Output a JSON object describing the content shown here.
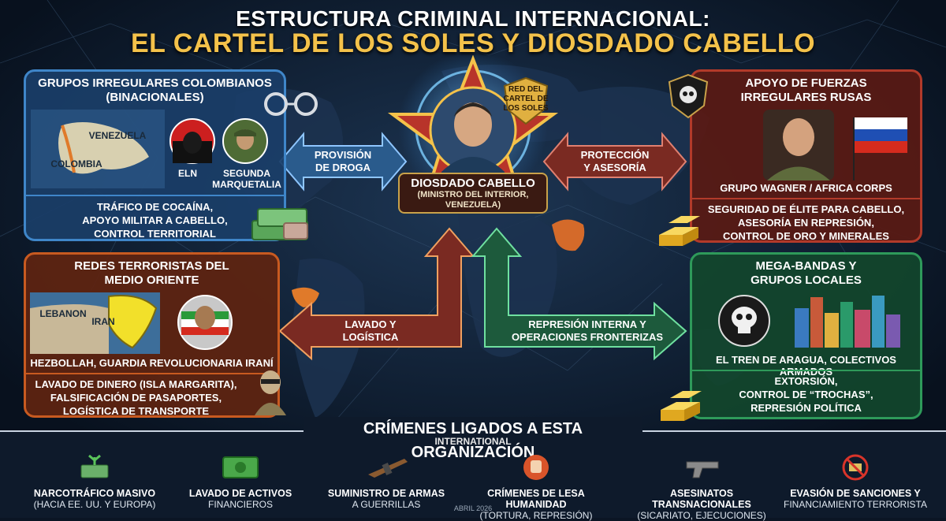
{
  "title": {
    "line1": "ESTRUCTURA CRIMINAL INTERNACIONAL:",
    "line2": "EL CARTEL DE LOS SOLES Y DIOSDADO CABELLO"
  },
  "center": {
    "badge": [
      "RED DEL",
      "CARTEL DE",
      "LOS SOLES"
    ],
    "name": "DIOSDADO CABELLO",
    "role": [
      "(MINISTRO DEL INTERIOR,",
      "VENEZUELA)"
    ]
  },
  "panels": {
    "colombia": {
      "title": [
        "GRUPOS IRREGULARES COLOMBIANOS",
        "(BINACIONALES)"
      ],
      "map_labels": {
        "venezuela": "VENEZUELA",
        "colombia": "COLOMBIA"
      },
      "groups": [
        {
          "label": "ELN"
        },
        {
          "label": "SEGUNDA"
        },
        {
          "label": "MARQUETALIA"
        }
      ],
      "desc": [
        "TRÁFICO DE COCAÍNA,",
        "APOYO MILITAR A CABELLO,",
        "CONTROL TERRITORIAL"
      ]
    },
    "russia": {
      "title": [
        "APOYO DE FUERZAS",
        "IRREGULARES RUSAS"
      ],
      "group": "GRUPO WAGNER / AFRICA CORPS",
      "desc": [
        "SEGURIDAD DE ÉLITE PARA CABELLO,",
        "ASESORÍA EN REPRESIÓN,",
        "CONTROL DE ORO Y MINERALES"
      ]
    },
    "middle_east": {
      "title": [
        "REDES TERRORISTAS DEL",
        "MEDIO ORIENTE"
      ],
      "map_labels": {
        "lebanon": "LEBANON",
        "iran": "IRAN"
      },
      "group": "HEZBOLLAH, GUARDIA REVOLUCIONARIA IRANÍ",
      "desc": [
        "LAVADO DE DINERO (ISLA MARGARITA),",
        "FALSIFICACIÓN DE PASAPORTES,",
        "LOGÍSTICA DE TRANSPORTE"
      ]
    },
    "gangs": {
      "title": [
        "MEGA-BANDAS Y",
        "GRUPOS LOCALES"
      ],
      "group": "EL TREN DE ARAGUA, COLECTIVOS ARMADOS",
      "desc": [
        "EXTORSIÓN,",
        "CONTROL DE “TROCHAS”,",
        "REPRESIÓN POLÍTICA"
      ]
    }
  },
  "arrows": {
    "drugs": [
      "PROVISIÓN",
      "DE DROGA"
    ],
    "protection": [
      "PROTECCIÓN",
      "Y ASESORÍA"
    ],
    "laundering": [
      "LAVADO Y",
      "LOGÍSTICA"
    ],
    "repression": [
      "REPRESIÓN INTERNA Y",
      "OPERACIONES FRONTERIZAS"
    ]
  },
  "crimes": {
    "title": "CRÍMENES LIGADOS A ESTA ORGANIZACIÓN",
    "subtitle": "INTERNATIONAL",
    "items": [
      {
        "icon": "money-plant-icon",
        "line1": "NARCOTRÁFICO MASIVO",
        "line2": "(HACIA EE. UU. Y EUROPA)"
      },
      {
        "icon": "cash-icon",
        "line1": "LAVADO DE ACTIVOS",
        "line2": "FINANCIEROS"
      },
      {
        "icon": "rifle-icon",
        "line1": "SUMINISTRO DE ARMAS",
        "line2": "A GUERRILLAS"
      },
      {
        "icon": "stop-hand-icon",
        "line1": "CRÍMENES DE LESA HUMANIDAD",
        "line2": "(TORTURA, REPRESIÓN)"
      },
      {
        "icon": "pistol-icon",
        "line1": "ASESINATOS TRANSNACIONALES",
        "line2": "(SICARIATO, EJECUCIONES)"
      },
      {
        "icon": "no-money-icon",
        "line1": "EVASIÓN DE SANCIONES Y",
        "line2": "FINANCIAMIENTO TERRORISTA"
      }
    ]
  },
  "date": "ABRIL 2026",
  "colors": {
    "gold": "#f4c24a",
    "blue_panel": "#3f86c9",
    "red_panel": "#b23a2a",
    "green_panel": "#2e9a5a",
    "orange_panel": "#c85a20"
  }
}
